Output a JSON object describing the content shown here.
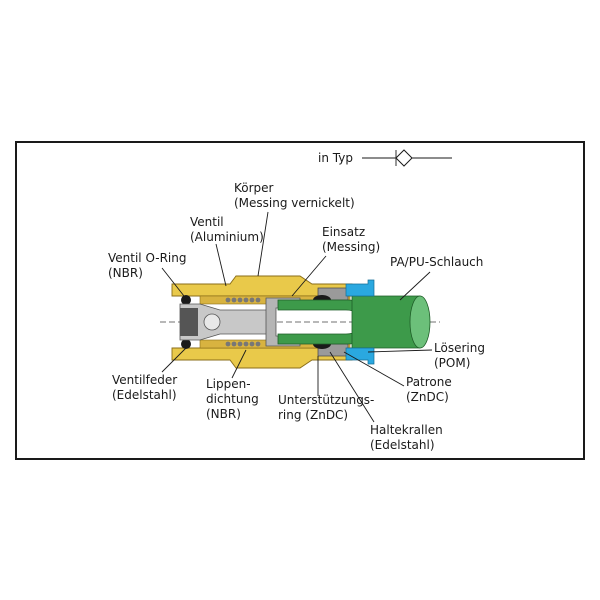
{
  "legend": {
    "label": "in Typ"
  },
  "labels": {
    "koerper": [
      "Körper",
      "(Messing vernickelt)"
    ],
    "ventil": [
      "Ventil",
      "(Aluminium)"
    ],
    "einsatz": [
      "Einsatz",
      "(Messing)"
    ],
    "ventil_oring": [
      "Ventil O-Ring",
      "(NBR)"
    ],
    "schlauch": [
      "PA/PU-Schlauch"
    ],
    "loesering": [
      "Lösering",
      "(POM)"
    ],
    "ventilfeder": [
      "Ventilfeder",
      "(Edelstahl)"
    ],
    "lippendichtung": [
      "Lippen-",
      "dichtung",
      "(NBR)"
    ],
    "unterstuetzungsring": [
      "Unterstützungs-",
      "ring (ZnDC)"
    ],
    "patrone": [
      "Patrone",
      "(ZnDC)"
    ],
    "haltekrallen": [
      "Haltekrallen",
      "(Edelstahl)"
    ]
  },
  "colors": {
    "brass": "#e9c94a",
    "brass_dark": "#b8962a",
    "hose": "#3d9a4a",
    "hose_light": "#6cc07a",
    "release_ring": "#2aa8e0",
    "steel": "#9a9a9a",
    "valve": "#c8c8c8"
  }
}
